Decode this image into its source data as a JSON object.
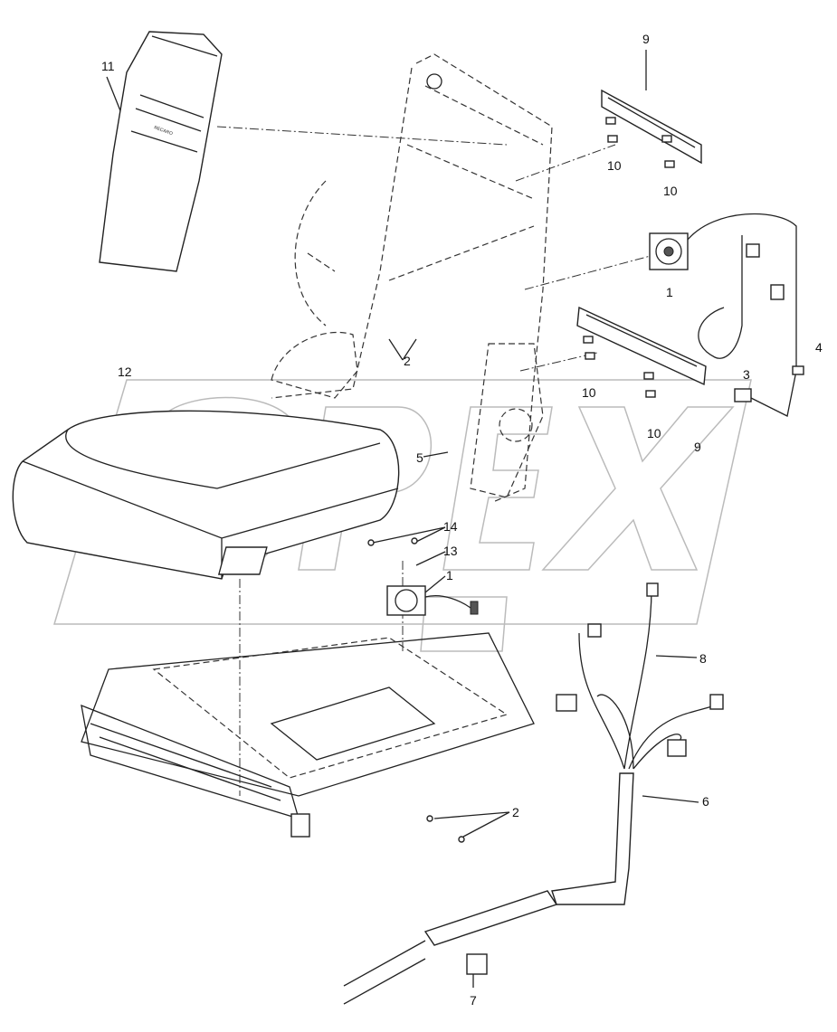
{
  "diagram": {
    "watermark": "OPEX",
    "logo_text": "RECARO",
    "callouts": [
      {
        "id": "c11a",
        "label": "11"
      },
      {
        "id": "c9a",
        "label": "9"
      },
      {
        "id": "c10a",
        "label": "10"
      },
      {
        "id": "c10b",
        "label": "10"
      },
      {
        "id": "c1a",
        "label": "1"
      },
      {
        "id": "c4",
        "label": "4"
      },
      {
        "id": "c3",
        "label": "3"
      },
      {
        "id": "c10c",
        "label": "10"
      },
      {
        "id": "c10d",
        "label": "10"
      },
      {
        "id": "c9b",
        "label": "9"
      },
      {
        "id": "c12",
        "label": "12"
      },
      {
        "id": "c2a",
        "label": "2"
      },
      {
        "id": "c5",
        "label": "5"
      },
      {
        "id": "c14",
        "label": "14"
      },
      {
        "id": "c13",
        "label": "13"
      },
      {
        "id": "c1b",
        "label": "1"
      },
      {
        "id": "c8",
        "label": "8"
      },
      {
        "id": "c6",
        "label": "6"
      },
      {
        "id": "c2b",
        "label": "2"
      },
      {
        "id": "c7",
        "label": "7"
      }
    ]
  }
}
